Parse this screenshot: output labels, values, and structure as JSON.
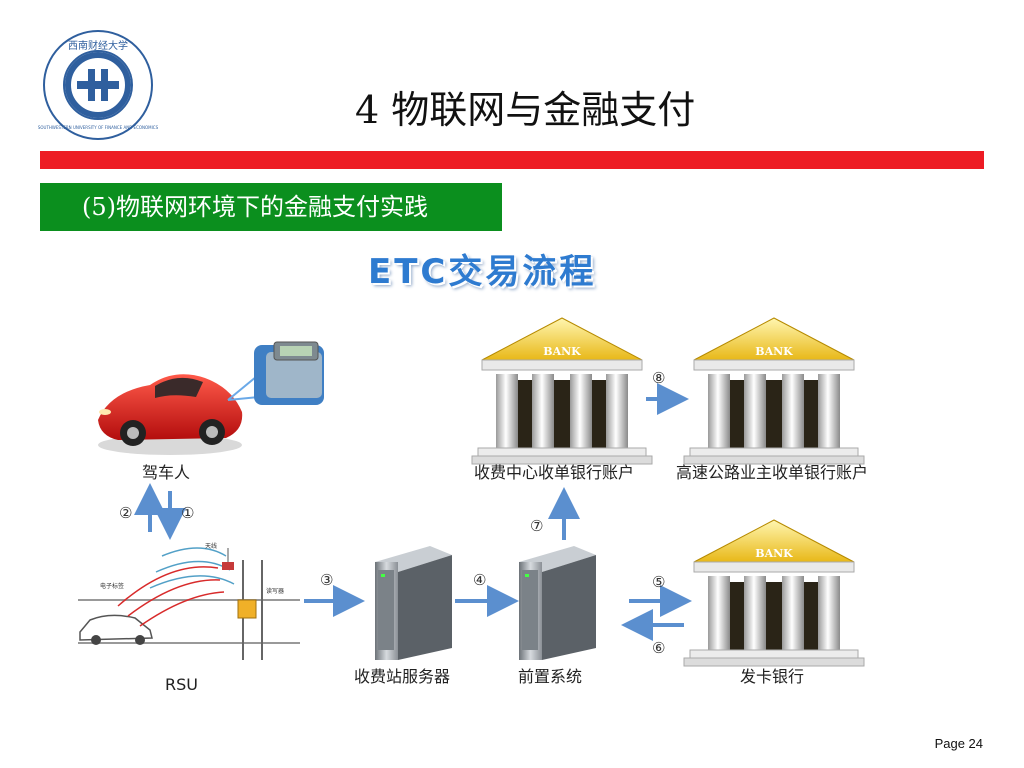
{
  "slide": {
    "title": "4  物联网与金融支付",
    "section": "(5)物联网环境下的金融支付实践",
    "page": "Page 24"
  },
  "logo": {
    "seal_chars": "西南财经大学",
    "ring_text": "SOUTHWESTERN UNIVERSITY OF FINANCE AND ECONOMICS"
  },
  "diagram": {
    "title": "ETC交易流程",
    "nodes": {
      "driver": "驾车人",
      "rsu": "RSU",
      "station_server": "收费站服务器",
      "front_system": "前置系统",
      "center_bank": "收费中心收单银行账户",
      "highway_bank": "高速公路业主收单银行账户",
      "issuing_bank": "发卡银行"
    },
    "bank_sign": "BANK",
    "rsu_small": {
      "antenna": "天线",
      "tag": "电子标签",
      "reader": "读写器"
    },
    "steps": [
      "①",
      "②",
      "③",
      "④",
      "⑤",
      "⑥",
      "⑦",
      "⑧"
    ]
  },
  "colors": {
    "red_bar": "#ed1c24",
    "section_bar": "#0b8f1e",
    "arrow": "#5b8fcf",
    "etc_title": "#2e7bd0"
  }
}
